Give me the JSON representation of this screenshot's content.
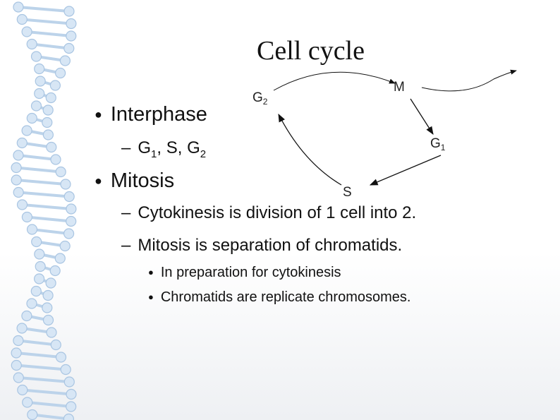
{
  "slide": {
    "title": "Cell cycle",
    "cycle": {
      "g2": "G",
      "g2_sub": "2",
      "m": "M",
      "g1": "G",
      "g1_sub": "1",
      "s": "S"
    },
    "bullets": {
      "interphase": "Interphase",
      "phases": {
        "g": "G",
        "sub1": "1",
        "sep1": ", S, ",
        "g2": "G",
        "sub2": "2"
      },
      "mitosis": "Mitosis",
      "sub_items": [
        "Cytokinesis is division of 1 cell into 2.",
        "Mitosis is separation of chromatids."
      ],
      "sub_sub_items": [
        "In preparation for cytokinesis",
        "Chromatids are replicate chromosomes."
      ],
      "bullet_glyph": "●",
      "dash_glyph": "–"
    }
  }
}
